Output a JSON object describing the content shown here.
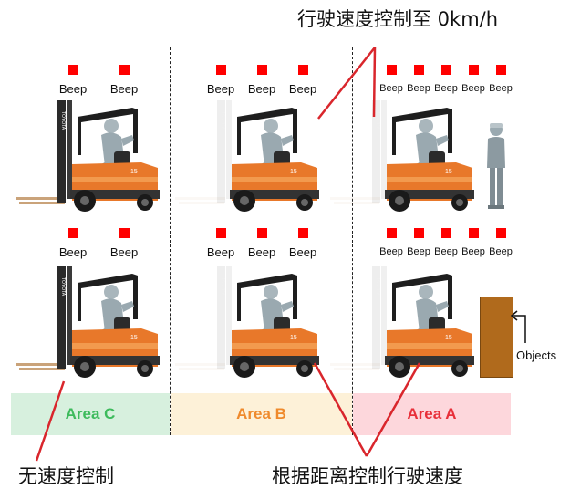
{
  "captions": {
    "top_right": "行驶速度控制至 0km/h",
    "bottom_left": "无速度控制",
    "bottom_right": "根据距离控制行驶速度"
  },
  "beep_label": "Beep",
  "beep_counts": {
    "area_c": 2,
    "area_b": 3,
    "area_a": 5
  },
  "areas": [
    {
      "name": "Area C",
      "text_color": "#3dbb5c",
      "fill": "#d7f0de"
    },
    {
      "name": "Area B",
      "text_color": "#ef8a2c",
      "fill": "#fdf1d8"
    },
    {
      "name": "Area A",
      "text_color": "#e8303a",
      "fill": "#fdd7dc"
    }
  ],
  "objects_label": "Objects",
  "forklift": {
    "brand": "TOYOTA",
    "model": "15",
    "body_color": "#e8782a"
  },
  "colors": {
    "beep_marker": "#ff0000",
    "pointer_line": "#d9262c"
  }
}
